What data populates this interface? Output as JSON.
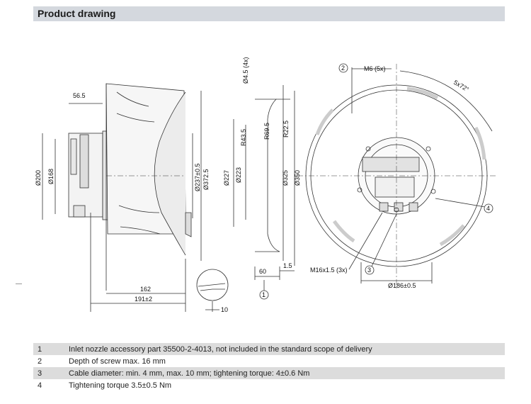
{
  "title": "Product drawing",
  "side_view": {
    "dims": [
      "56.5",
      "Ø200",
      "Ø168",
      "Ø237±0.5",
      "Ø372.5",
      "162",
      "191±2",
      "10"
    ]
  },
  "nozzle_view": {
    "dims": [
      "Ø4.5 (4x)",
      "R22.5",
      "R69.5",
      "R43.5",
      "Ø227",
      "Ø223",
      "Ø325",
      "Ø350",
      "60",
      "1.5"
    ],
    "callout": "1"
  },
  "front_view": {
    "dims": [
      "M6 (5x)",
      "5x72°",
      "M16x1.5 (3x)",
      "Ø186±0.5"
    ],
    "callouts": [
      "2",
      "3",
      "4"
    ]
  },
  "notes": [
    {
      "num": "1",
      "text": "Inlet nozzle accessory part 35500-2-4013, not included in the standard scope of delivery"
    },
    {
      "num": "2",
      "text": "Depth of screw max. 16 mm"
    },
    {
      "num": "3",
      "text": "Cable diameter: min. 4 mm, max. 10 mm; tightening torque: 4±0.6 Nm"
    },
    {
      "num": "4",
      "text": "Tightening torque 3.5±0.5 Nm"
    }
  ]
}
